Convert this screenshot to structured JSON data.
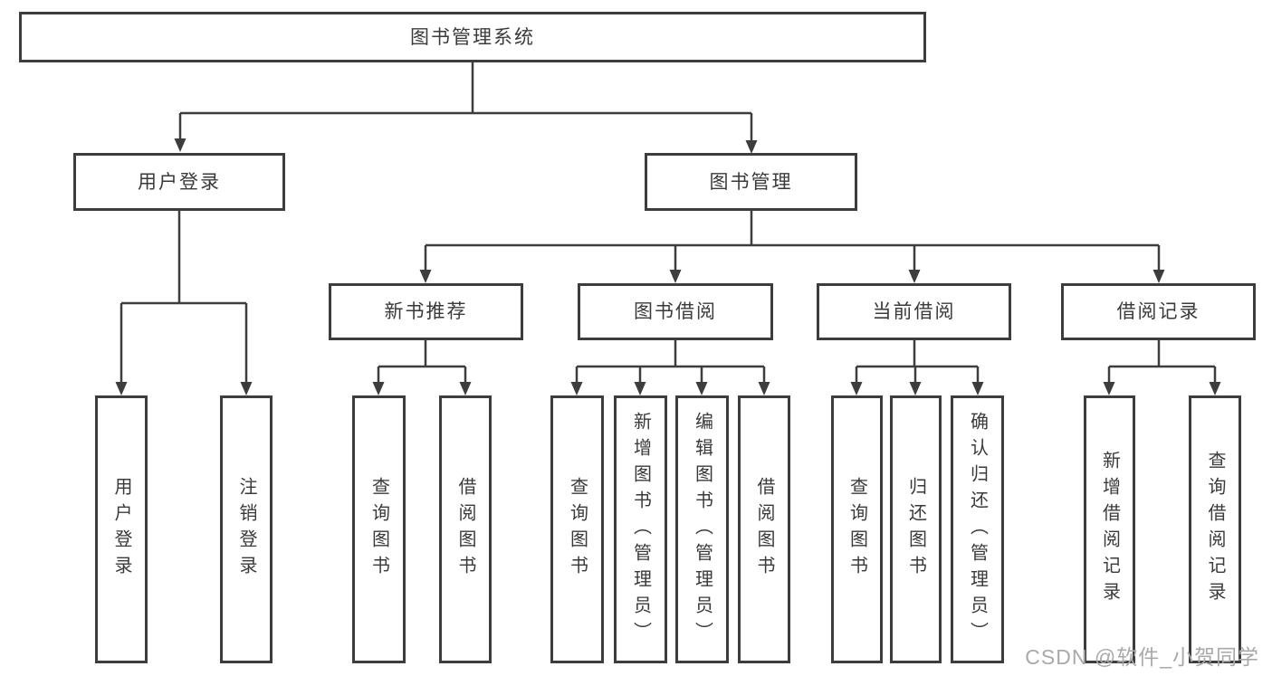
{
  "diagram": {
    "tree": {
      "root": {
        "label": "图书管理系统",
        "children": [
          {
            "label": "用户登录",
            "children": [
              {
                "label": "用户登录"
              },
              {
                "label": "注销登录"
              }
            ]
          },
          {
            "label": "图书管理",
            "children": [
              {
                "label": "新书推荐",
                "children": [
                  {
                    "label": "查询图书"
                  },
                  {
                    "label": "借阅图书"
                  }
                ]
              },
              {
                "label": "图书借阅",
                "children": [
                  {
                    "label": "查询图书"
                  },
                  {
                    "label": "新增图书（管理员）"
                  },
                  {
                    "label": "编辑图书（管理员）"
                  },
                  {
                    "label": "借阅图书"
                  }
                ]
              },
              {
                "label": "当前借阅",
                "children": [
                  {
                    "label": "查询图书"
                  },
                  {
                    "label": "归还图书"
                  },
                  {
                    "label": "确认归还（管理员）"
                  }
                ]
              },
              {
                "label": "借阅记录",
                "children": [
                  {
                    "label": "新增借阅记录"
                  },
                  {
                    "label": "查询借阅记录"
                  }
                ]
              }
            ]
          }
        ]
      }
    },
    "colors": {
      "line": "#3d3d3d",
      "border": "#3d3d3d",
      "text": "#3a3a3a",
      "watermark": "#a9a9a9",
      "background": "#ffffff"
    },
    "watermark": {
      "text": "CSDN @软件_小贺同学"
    }
  }
}
